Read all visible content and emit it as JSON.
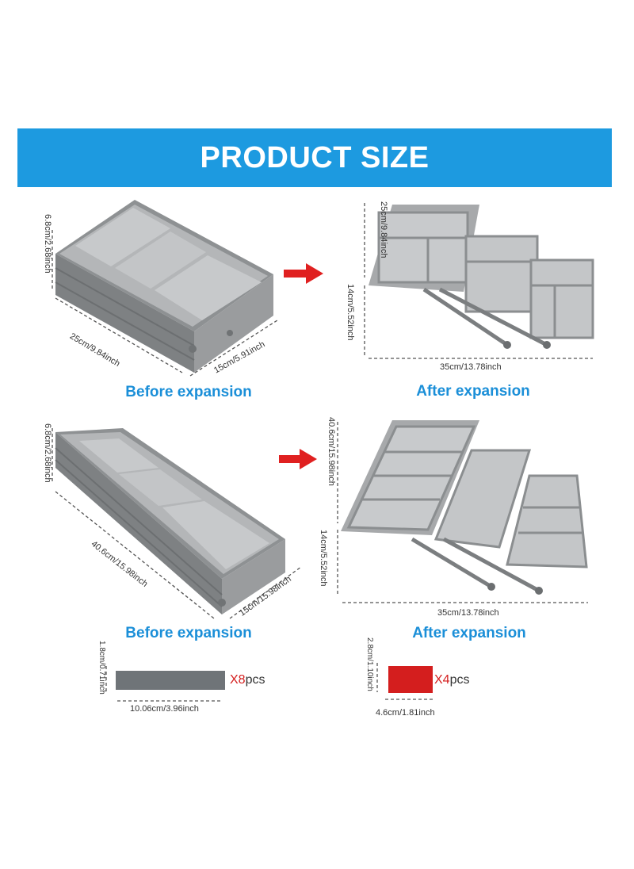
{
  "banner": {
    "title": "PRODUCT SIZE"
  },
  "section1": {
    "left": {
      "caption": "Before expansion",
      "height": "6.8cm/2.68inch",
      "length": "25cm/9.84inch",
      "width": "15cm/5.91inch"
    },
    "right": {
      "caption": "After expansion",
      "length": "25cm/9.84inch",
      "height": "14cm/5.52inch",
      "width": "35cm/13.78inch"
    }
  },
  "section2": {
    "left": {
      "caption": "Before expansion",
      "height": "6.8cm/2.68inch",
      "length": "40.6cm/15.98inch",
      "width": "15cm/15.98inch"
    },
    "right": {
      "caption": "After expansion",
      "length": "40.6cm/15.98inch",
      "height": "14cm/5.52inch",
      "width": "35cm/13.78inch"
    }
  },
  "dividers": {
    "gray": {
      "height": "1.8cm/0.71inch",
      "width": "10.06cm/3.96inch",
      "mult": "X8",
      "unit": "pcs",
      "color": "#6f7478"
    },
    "red": {
      "height": "2.8cm/1.10inch",
      "width": "4.6cm/1.81inch",
      "mult": "X4",
      "unit": "pcs",
      "color": "#d41e1e"
    }
  },
  "colors": {
    "banner": "#1d9ae0",
    "caption": "#1b8fd8",
    "arrow": "#e02020",
    "tray": "#a9abad"
  }
}
